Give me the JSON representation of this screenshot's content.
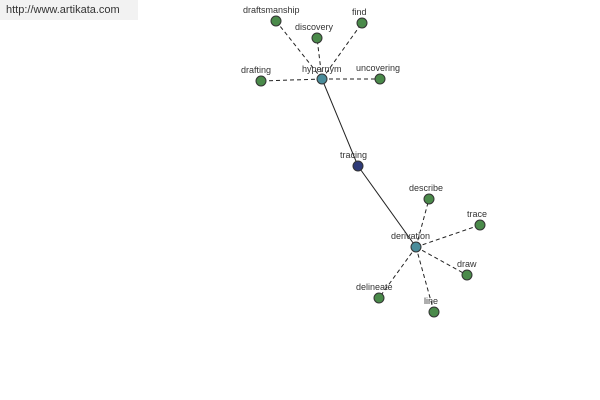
{
  "site": {
    "url": "http://www.artikata.com"
  },
  "colors": {
    "center": "#2e3a78",
    "hub": "#4a8c9a",
    "leaf": "#4a8a4a",
    "url_bar_bg": "#f2f2f2"
  },
  "graph": {
    "nodes": [
      {
        "id": "tracing",
        "label": "tracing",
        "kind": "center"
      },
      {
        "id": "hypernym",
        "label": "hypernym",
        "kind": "hub"
      },
      {
        "id": "derivation",
        "label": "derivation",
        "kind": "hub"
      },
      {
        "id": "draftsmanship",
        "label": "draftsmanship",
        "kind": "leaf"
      },
      {
        "id": "discovery",
        "label": "discovery",
        "kind": "leaf"
      },
      {
        "id": "find",
        "label": "find",
        "kind": "leaf"
      },
      {
        "id": "drafting",
        "label": "drafting",
        "kind": "leaf"
      },
      {
        "id": "uncovering",
        "label": "uncovering",
        "kind": "leaf"
      },
      {
        "id": "describe",
        "label": "describe",
        "kind": "leaf"
      },
      {
        "id": "trace",
        "label": "trace",
        "kind": "leaf"
      },
      {
        "id": "draw",
        "label": "draw",
        "kind": "leaf"
      },
      {
        "id": "delineate",
        "label": "delineate",
        "kind": "leaf"
      },
      {
        "id": "line",
        "label": "line",
        "kind": "leaf"
      }
    ],
    "edges": [
      {
        "from": "tracing",
        "to": "hypernym",
        "style": "solid"
      },
      {
        "from": "tracing",
        "to": "derivation",
        "style": "solid"
      },
      {
        "from": "hypernym",
        "to": "draftsmanship",
        "style": "dashed"
      },
      {
        "from": "hypernym",
        "to": "discovery",
        "style": "dashed"
      },
      {
        "from": "hypernym",
        "to": "find",
        "style": "dashed"
      },
      {
        "from": "hypernym",
        "to": "drafting",
        "style": "dashed"
      },
      {
        "from": "hypernym",
        "to": "uncovering",
        "style": "dashed"
      },
      {
        "from": "derivation",
        "to": "describe",
        "style": "dashed"
      },
      {
        "from": "derivation",
        "to": "trace",
        "style": "dashed"
      },
      {
        "from": "derivation",
        "to": "draw",
        "style": "dashed"
      },
      {
        "from": "derivation",
        "to": "delineate",
        "style": "dashed"
      },
      {
        "from": "derivation",
        "to": "line",
        "style": "dashed"
      }
    ]
  }
}
